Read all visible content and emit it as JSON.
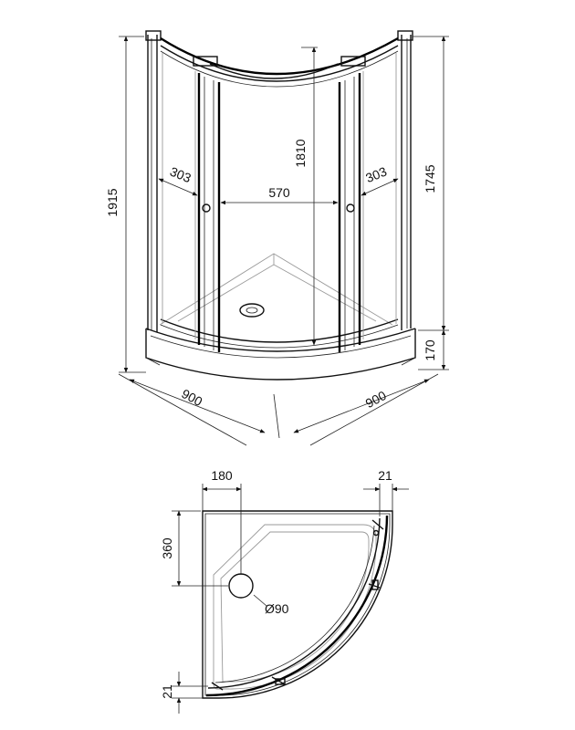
{
  "iso_view": {
    "dimensions": {
      "total_height": "1915",
      "cabin_height": "1745",
      "door_height": "1810",
      "tray_height": "170",
      "door_opening": "570",
      "left_panel": "303",
      "right_panel": "303",
      "depth_left": "900",
      "depth_right": "900"
    }
  },
  "plan_view": {
    "dimensions": {
      "drain_offset_x": "180",
      "drain_offset_y": "360",
      "drain_diameter": "Ø90",
      "edge_top_right": "21",
      "edge_bottom_left": "21"
    }
  },
  "colors": {
    "line": "#111111",
    "light_line": "#9a9a9a",
    "background": "#ffffff"
  }
}
